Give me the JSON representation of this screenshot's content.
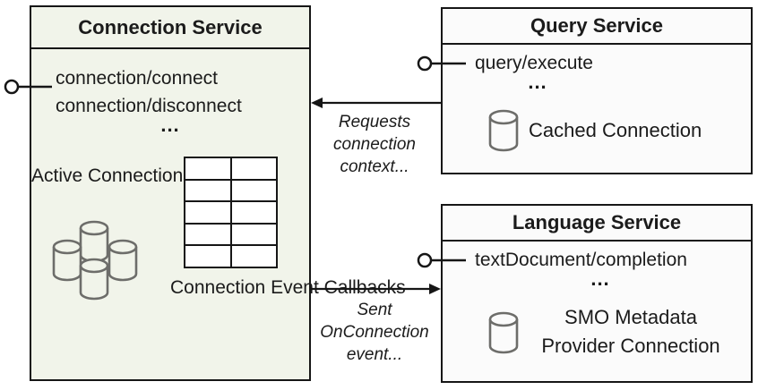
{
  "diagram": {
    "connection_service": {
      "title": "Connection Service",
      "method_1": "connection/connect",
      "method_2": "connection/disconnect",
      "ellipsis": "...",
      "active_connections_label": "Active Connections",
      "callbacks_label": "Connection Event Callbacks",
      "table": {
        "rows": 5,
        "cols": 2
      }
    },
    "query_service": {
      "title": "Query Service",
      "method_1": "query/execute",
      "ellipsis": "...",
      "store_label": "Cached Connection"
    },
    "language_service": {
      "title": "Language Service",
      "method_1": "textDocument/completion",
      "ellipsis": "...",
      "store_label": "SMO Metadata Provider Connection"
    },
    "arrows": {
      "request_label": "Requests connection context...",
      "sent_label": "Sent OnConnection event..."
    }
  },
  "colors": {
    "connection_box_bg": "#f1f4ea",
    "service_box_bg": "#fbfbfb",
    "line": "#161616",
    "cylinder_stroke": "#6d6d6a"
  }
}
